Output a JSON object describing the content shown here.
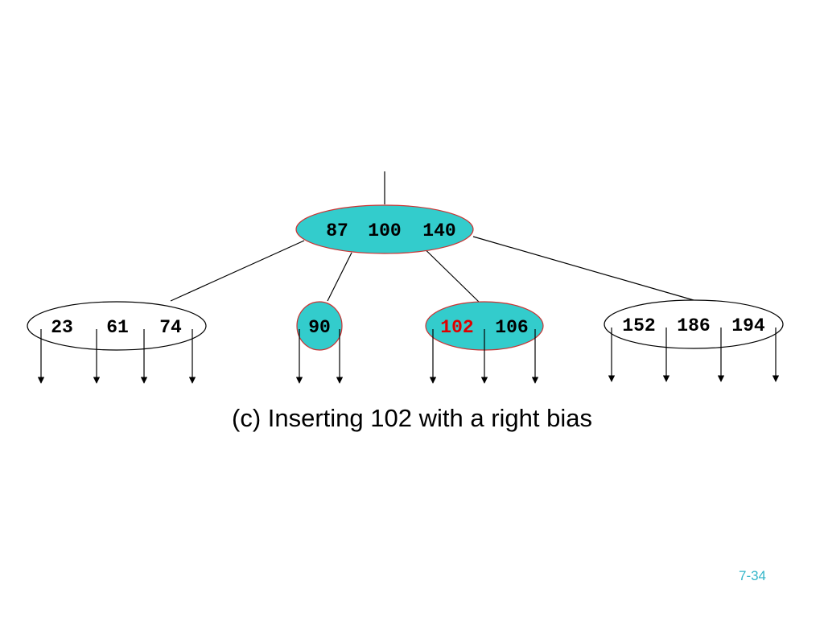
{
  "colors": {
    "highlight_fill": "#33cccc",
    "highlight_border": "#cc3333",
    "new_key": "#e00000",
    "line": "#000000",
    "slide_number": "#33b5c9"
  },
  "tree": {
    "root": {
      "keys": [
        "87",
        "100",
        "140"
      ],
      "highlighted": true
    },
    "children": [
      {
        "keys": [
          "23",
          "61",
          "74"
        ],
        "highlighted": false
      },
      {
        "keys": [
          "90"
        ],
        "highlighted": true
      },
      {
        "keys": [
          "102",
          "106"
        ],
        "highlighted": true,
        "new_key": "102"
      },
      {
        "keys": [
          "152",
          "186",
          "194"
        ],
        "highlighted": false
      }
    ]
  },
  "caption": "(c) Inserting 102 with a right bias",
  "slide_number": "7-34"
}
